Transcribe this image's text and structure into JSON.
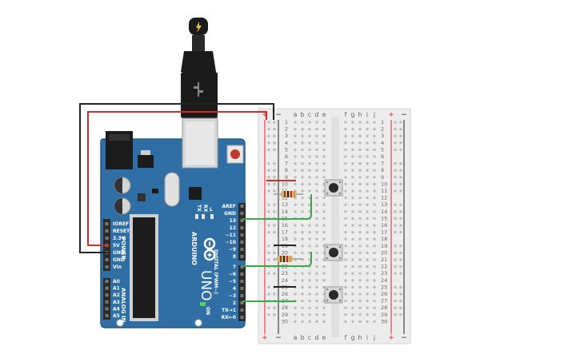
{
  "arduino": {
    "brand": "ARDUINO",
    "model": "UNO",
    "on_label": "ON",
    "tx_label": "TX",
    "rx_label": "RX",
    "l_label": "L",
    "digital_label": "DIGITAL (PWM~)",
    "power_label": "POWER",
    "analog_label": "ANALOG IN",
    "power_pins": [
      "IOREF",
      "RESET",
      "3.3V",
      "5V",
      "GND",
      "GND",
      "Vin"
    ],
    "analog_pins": [
      "A0",
      "A1",
      "A2",
      "A3",
      "A4",
      "A5"
    ],
    "digital_top_pins": [
      "AREF",
      "GND",
      "13",
      "12",
      "~11",
      "~10",
      "~9",
      "8"
    ],
    "digital_bottom_pins": [
      "7",
      "~6",
      "~5",
      "4",
      "~3",
      "2",
      "TX→1",
      "RX←0"
    ]
  },
  "breadboard": {
    "rail_plus": "+",
    "rail_minus": "−",
    "columns_left": [
      "a",
      "b",
      "c",
      "d",
      "e"
    ],
    "columns_right": [
      "f",
      "g",
      "h",
      "i",
      "j"
    ],
    "rows": [
      "1",
      "2",
      "3",
      "4",
      "5",
      "6",
      "7",
      "8",
      "9",
      "10",
      "11",
      "12",
      "13",
      "14",
      "15",
      "16",
      "17",
      "18",
      "19",
      "20",
      "21",
      "22",
      "23",
      "24",
      "25",
      "26",
      "27",
      "28",
      "29",
      "30"
    ]
  },
  "colors": {
    "board": "#2f6fa6",
    "board_edge": "#1e5a8e",
    "header": "#2b2b2b",
    "breadboard": "#ececec",
    "wire_red": "#d42a2a",
    "wire_black": "#222222",
    "wire_green": "#3aa845",
    "usb": "#1b1b1b",
    "button_cap": "#2a2a2a"
  }
}
